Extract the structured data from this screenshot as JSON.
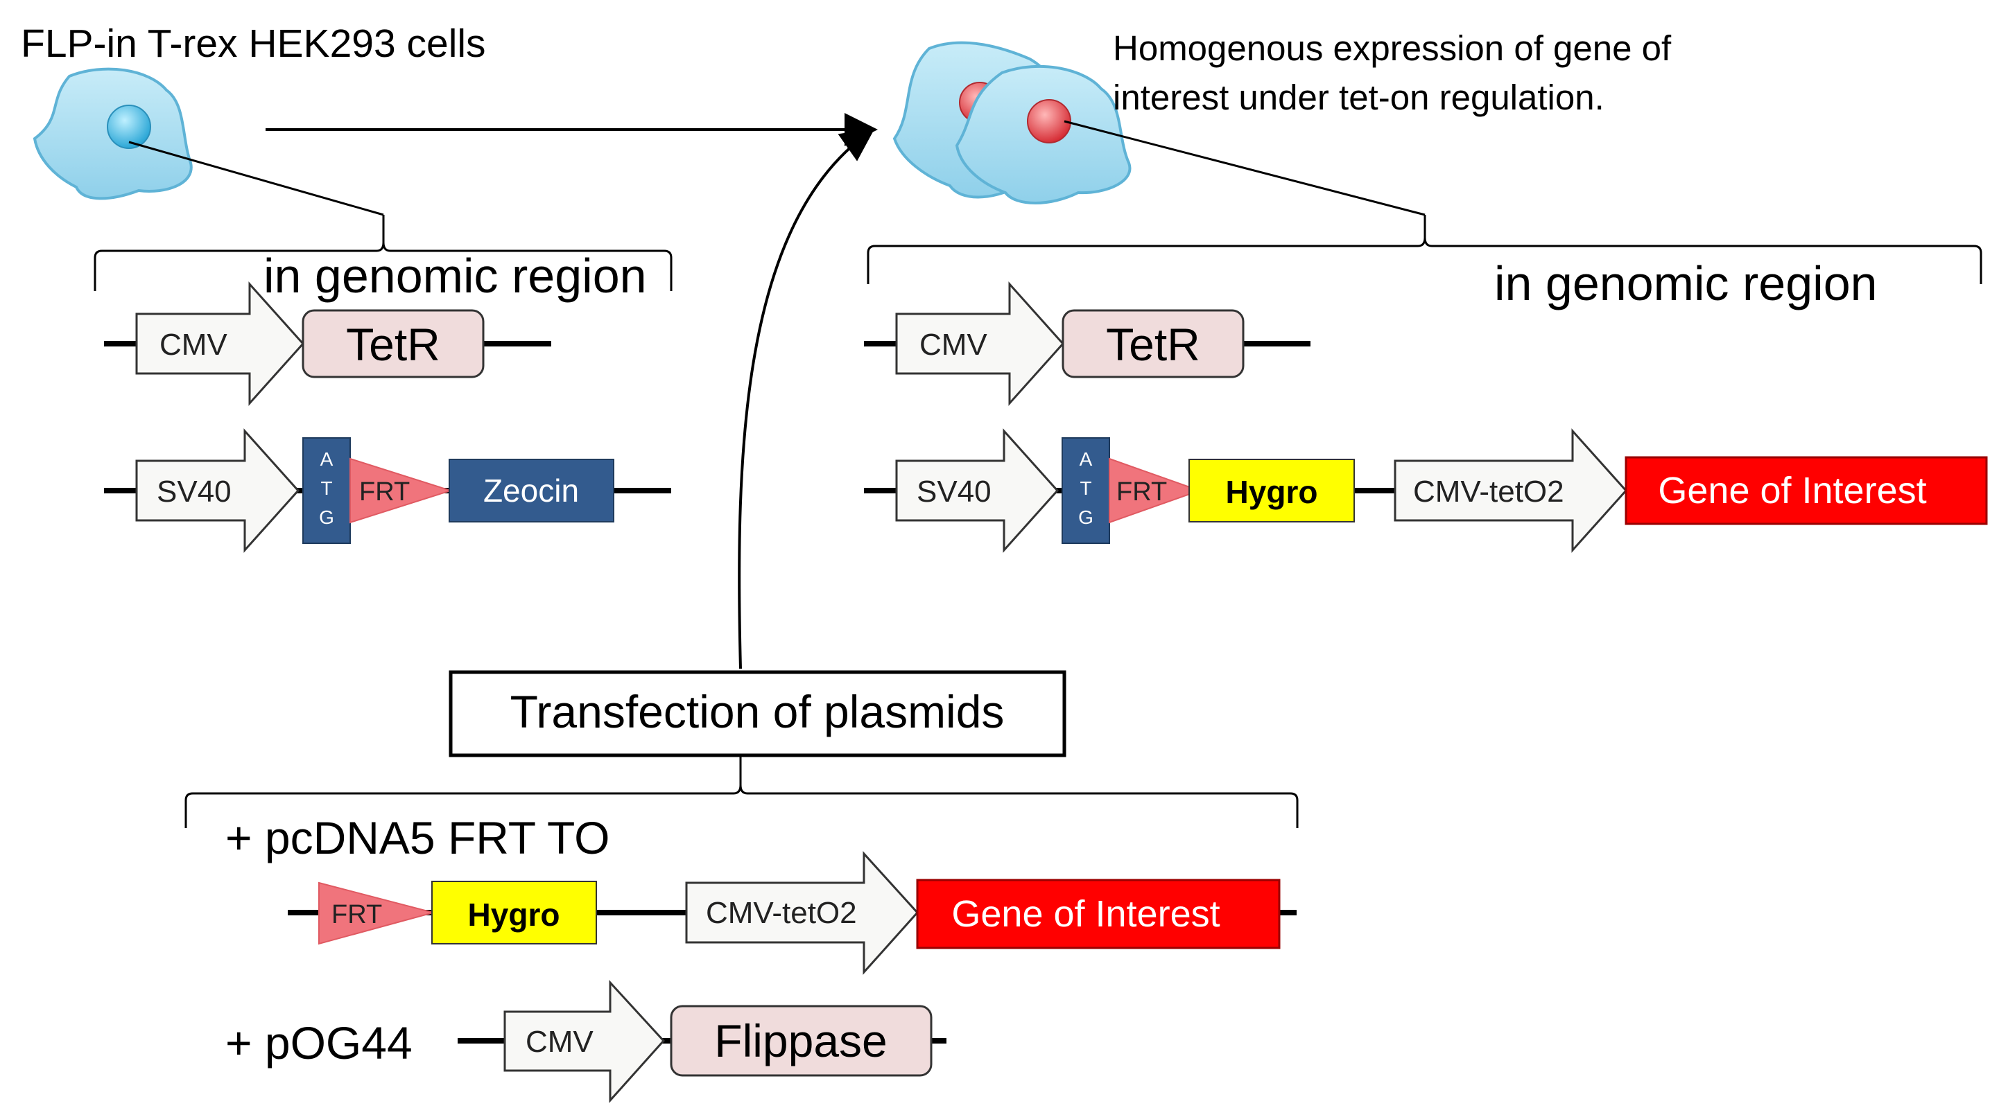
{
  "diagram": {
    "parental_cell_label": "FLP-in T-rex HEK293 cells",
    "result_caption_line1": "Homogenous expression of gene of",
    "result_caption_line2": "interest under tet-on regulation.",
    "left_region_label": "in genomic region",
    "right_region_label": "in genomic region",
    "transfection_label": "Transfection of plasmids",
    "plasmid1_label": "+ pcDNA5 FRT TO",
    "plasmid2_label": "+ pOG44",
    "elements": {
      "cmv": "CMV",
      "tetr": "TetR",
      "sv40": "SV40",
      "atg_a": "A",
      "atg_t": "T",
      "atg_g": "G",
      "frt": "FRT",
      "zeocin": "Zeocin",
      "hygro": "Hygro",
      "cmv_teto2": "CMV-tetO2",
      "gene_of_interest": "Gene of Interest",
      "flippase": "Flippase"
    },
    "colors": {
      "cell_fill": "#a8dcef",
      "cell_stroke": "#5fb3d6",
      "nucleus_parental": "#3fb6e0",
      "nucleus_result": "#e8404a",
      "tetr_fill": "#f0dcdc",
      "atg_fill": "#335b8e",
      "frt_fill": "#f0747c",
      "zeocin_fill": "#335b8e",
      "hygro_fill": "#ffff00",
      "goi_fill": "#ff0000"
    }
  }
}
